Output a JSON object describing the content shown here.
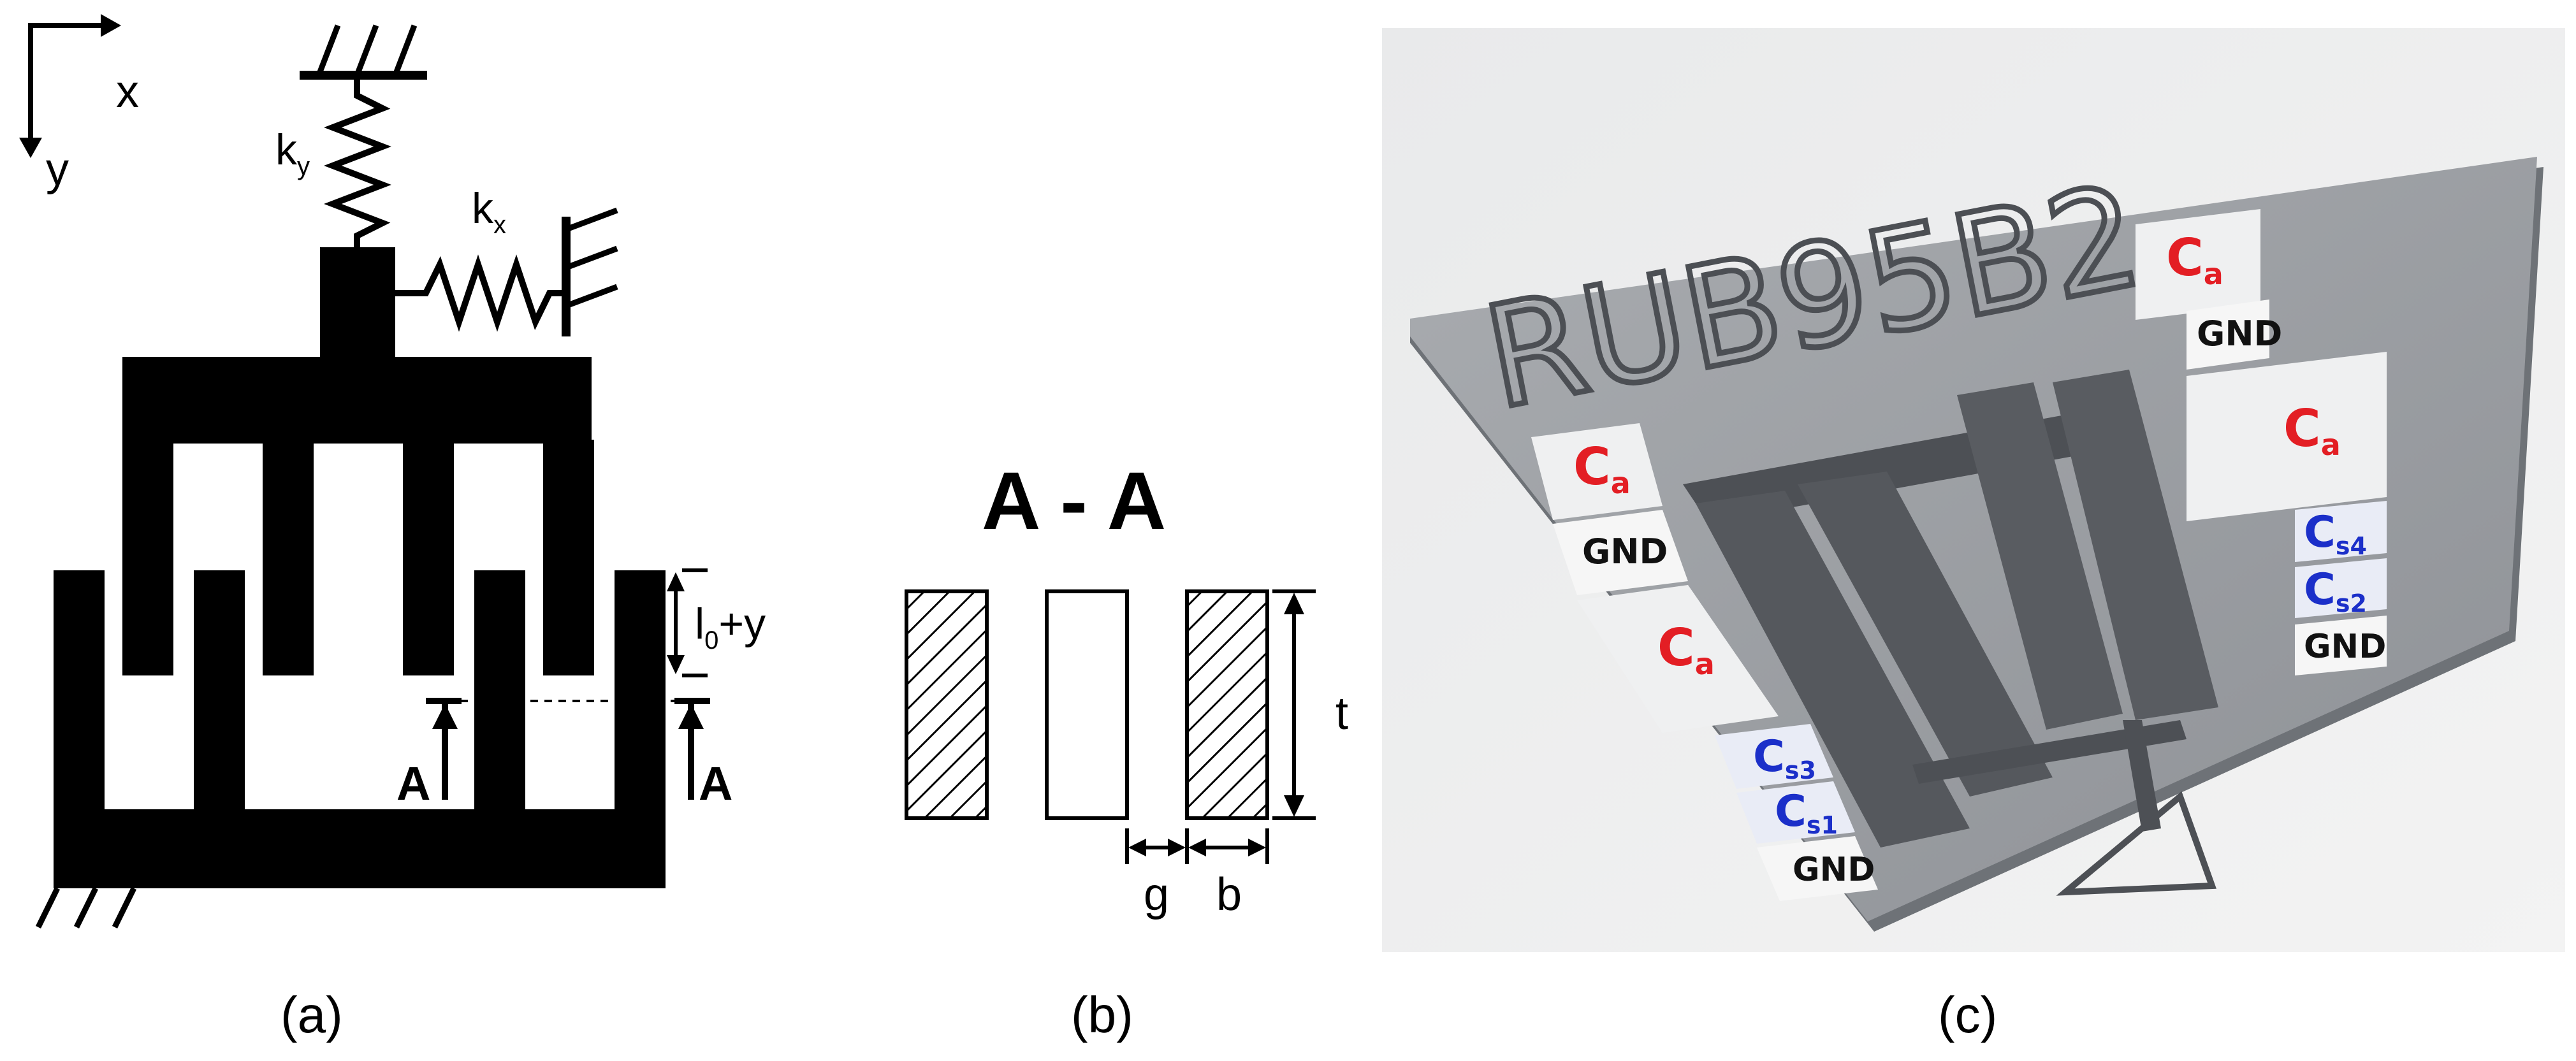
{
  "panel_a": {
    "caption": "(a)",
    "axis_x": "x",
    "axis_y": "y",
    "spring_y_base": "k",
    "spring_y_sub": "y",
    "spring_x_base": "k",
    "spring_x_sub": "x",
    "gap_label_base": "l",
    "gap_label_sub": "0",
    "gap_label_tail": "+y",
    "section_marker_left": "A",
    "section_marker_right": "A"
  },
  "panel_b": {
    "caption": "(b)",
    "title": "A - A",
    "thickness_label": "t",
    "gap_label": "g",
    "width_label": "b"
  },
  "panel_c": {
    "caption": "(c)",
    "chip_text": "RUB95B2",
    "pads_right": {
      "ca_top": {
        "base": "C",
        "sub": "a"
      },
      "gnd_top": "GND",
      "ca_mid": {
        "base": "C",
        "sub": "a"
      },
      "cs4": {
        "base": "C",
        "sub": "s4"
      },
      "cs2": {
        "base": "C",
        "sub": "s2"
      },
      "gnd_bottom": "GND"
    },
    "pads_left": {
      "ca_top": {
        "base": "C",
        "sub": "a"
      },
      "gnd_top": "GND",
      "ca_mid": {
        "base": "C",
        "sub": "a"
      },
      "cs3": {
        "base": "C",
        "sub": "s3"
      },
      "cs1": {
        "base": "C",
        "sub": "s1"
      },
      "gnd_bottom": "GND"
    },
    "colors": {
      "actuation": "#e31e24",
      "sense": "#1b2fc9",
      "ground": "#111111"
    }
  }
}
